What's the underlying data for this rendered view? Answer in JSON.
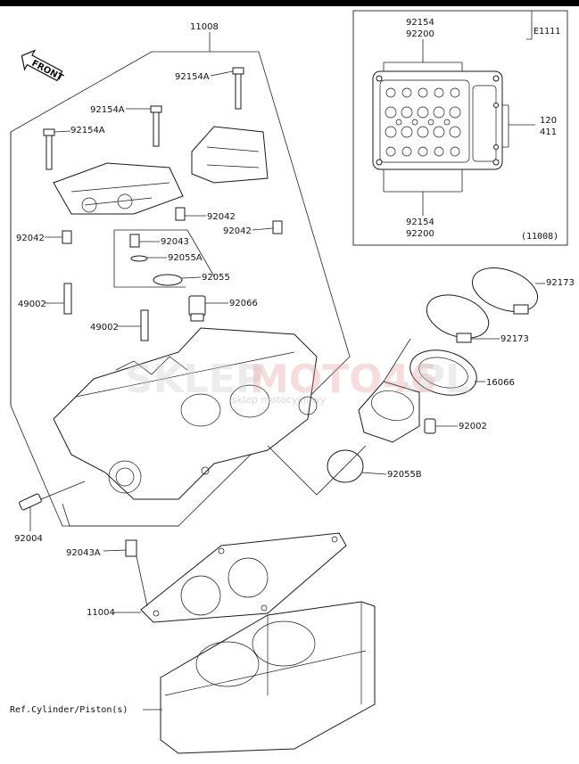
{
  "colors": {
    "ink": "#111111",
    "watermark_main": "#c9c9c9",
    "watermark_accent": "#e8a0a0",
    "top_bar": "#000000"
  },
  "front_badge": "FRONT",
  "inset": {
    "code": "E1111",
    "ref": "(11008)"
  },
  "labels": {
    "p11008": "11008",
    "p92154A_top": "92154A",
    "p92154A_mid": "92154A",
    "p92154A_left": "92154A",
    "p92042_left": "92042",
    "p92042_mid": "92042",
    "p92042_right": "92042",
    "p92043": "92043",
    "p92055A": "92055A",
    "p92055": "92055",
    "p92066": "92066",
    "p49002_a": "49002",
    "p49002_b": "49002",
    "p92173_a": "92173",
    "p92173_b": "92173",
    "p16066": "16066",
    "p92002": "92002",
    "p92055B": "92055B",
    "p92004": "92004",
    "p92043A": "92043A",
    "p11004": "11004",
    "ref_cylinder": "Ref.Cylinder/Piston(s)",
    "inset_92154_top": "92154",
    "inset_92200_top": "92200",
    "inset_92154_bottom": "92154",
    "inset_92200_bottom": "92200",
    "inset_120": "120",
    "inset_411": "411"
  },
  "watermark": {
    "main_a": "SKLEP",
    "main_b": "MOTO46",
    "main_c": ".PL",
    "sub": "sklep motocyklowy"
  }
}
